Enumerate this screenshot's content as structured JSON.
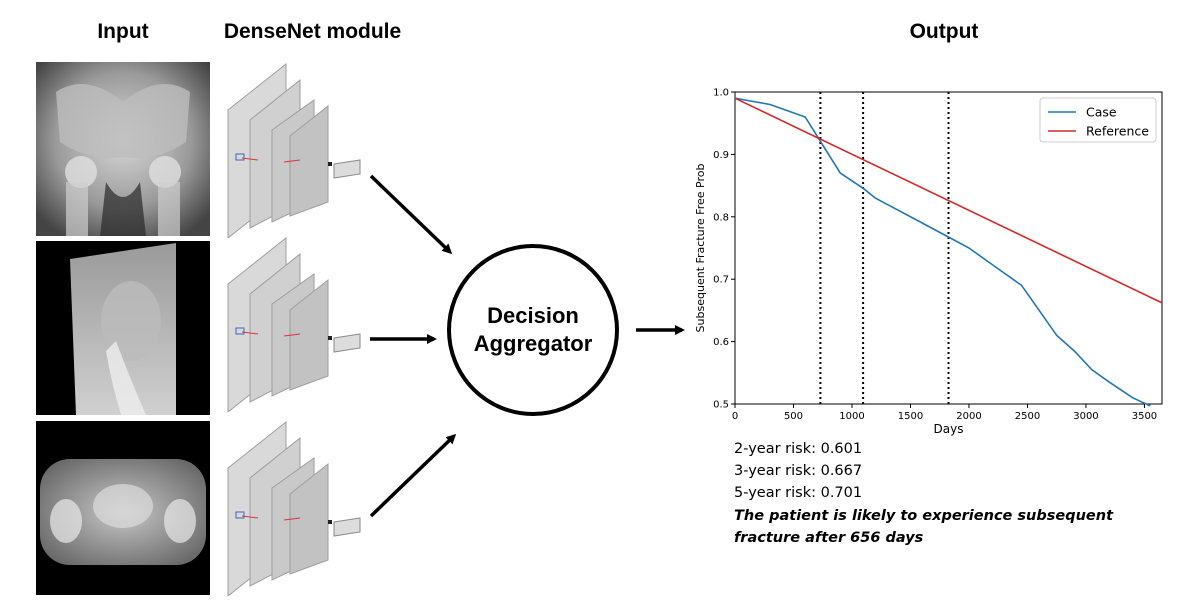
{
  "headers": {
    "input": "Input",
    "densenet": "DenseNet module",
    "output": "Output"
  },
  "aggregator": {
    "line1": "Decision",
    "line2": "Aggregator"
  },
  "risks": [
    "2-year risk: 0.601",
    "3-year risk: 0.667",
    "5-year risk: 0.701"
  ],
  "conclusion": "The patient is likely to experience subsequent fracture after 656 days",
  "chart_data": {
    "type": "line",
    "title": "",
    "xlabel": "Days",
    "ylabel": "Subsequent Fracture Free Prob",
    "xlim": [
      0,
      3650
    ],
    "ylim": [
      0.5,
      1.0
    ],
    "xticks": [
      0,
      500,
      1000,
      1500,
      2000,
      2500,
      3000,
      3500
    ],
    "yticks": [
      0.5,
      0.6,
      0.7,
      0.8,
      0.9,
      1.0
    ],
    "legend_position": "top-right",
    "grid": false,
    "vlines": [
      730,
      1095,
      1825,
      3650
    ],
    "series": [
      {
        "name": "Case",
        "color": "#1f77b4",
        "x": [
          0,
          150,
          300,
          450,
          600,
          700,
          800,
          900,
          1100,
          1200,
          1400,
          1600,
          1800,
          2000,
          2150,
          2300,
          2450,
          2600,
          2750,
          2900,
          3050,
          3200,
          3400,
          3550
        ],
        "y": [
          0.99,
          0.985,
          0.98,
          0.97,
          0.96,
          0.93,
          0.9,
          0.87,
          0.845,
          0.83,
          0.81,
          0.79,
          0.77,
          0.75,
          0.73,
          0.71,
          0.69,
          0.65,
          0.61,
          0.585,
          0.555,
          0.535,
          0.51,
          0.497
        ]
      },
      {
        "name": "Reference",
        "color": "#d62728",
        "x": [
          0,
          3650
        ],
        "y": [
          0.99,
          0.662
        ]
      }
    ]
  }
}
